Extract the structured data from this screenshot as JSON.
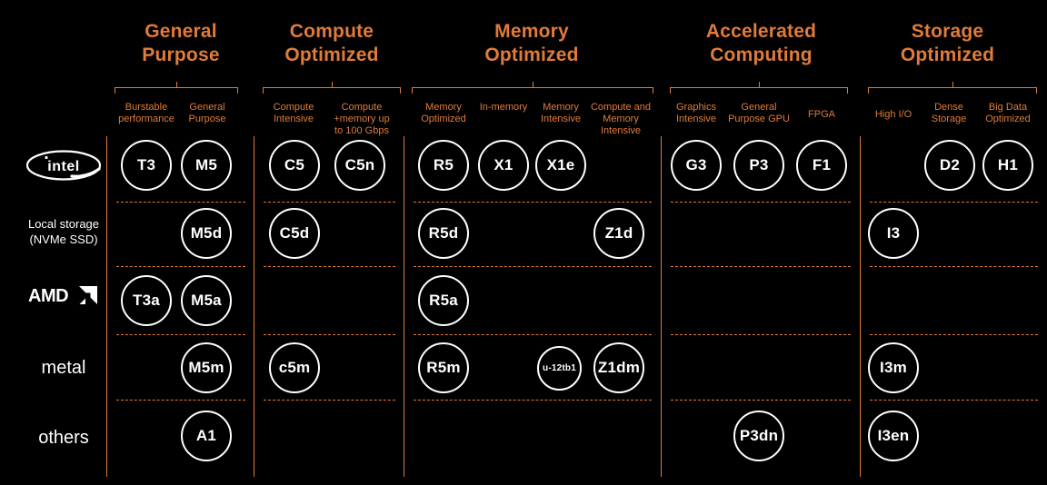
{
  "theme": {
    "background": "#000000",
    "accent": "#E07B39",
    "text": "#FFFFFF"
  },
  "groups": [
    {
      "id": "general-purpose",
      "title_line1": "General",
      "title_line2": "Purpose",
      "subcolumns": [
        {
          "label_line1": "Burstable",
          "label_line2": "performance",
          "label_line3": ""
        },
        {
          "label_line1": "General",
          "label_line2": "Purpose",
          "label_line3": ""
        }
      ]
    },
    {
      "id": "compute-optimized",
      "title_line1": "Compute",
      "title_line2": "Optimized",
      "subcolumns": [
        {
          "label_line1": "Compute",
          "label_line2": "Intensive",
          "label_line3": ""
        },
        {
          "label_line1": "Compute",
          "label_line2": "+memory up",
          "label_line3": "to 100 Gbps"
        }
      ]
    },
    {
      "id": "memory-optimized",
      "title_line1": "Memory",
      "title_line2": "Optimized",
      "subcolumns": [
        {
          "label_line1": "Memory",
          "label_line2": "Optimized",
          "label_line3": ""
        },
        {
          "label_line1": "In-memory",
          "label_line2": "",
          "label_line3": ""
        },
        {
          "label_line1": "Memory",
          "label_line2": "Intensive",
          "label_line3": ""
        },
        {
          "label_line1": "Compute and",
          "label_line2": "Memory",
          "label_line3": "Intensive"
        }
      ]
    },
    {
      "id": "accelerated-computing",
      "title_line1": "Accelerated",
      "title_line2": "Computing",
      "subcolumns": [
        {
          "label_line1": "Graphics",
          "label_line2": "Intensive",
          "label_line3": ""
        },
        {
          "label_line1": "General",
          "label_line2": "Purpose GPU",
          "label_line3": ""
        },
        {
          "label_line1": "FPGA",
          "label_line2": "",
          "label_line3": ""
        }
      ]
    },
    {
      "id": "storage-optimized",
      "title_line1": "Storage",
      "title_line2": "Optimized",
      "subcolumns": [
        {
          "label_line1": "High I/O",
          "label_line2": "",
          "label_line3": ""
        },
        {
          "label_line1": "Dense",
          "label_line2": "Storage",
          "label_line3": ""
        },
        {
          "label_line1": "Big Data",
          "label_line2": "Optimized",
          "label_line3": ""
        }
      ]
    }
  ],
  "rows": [
    {
      "id": "intel",
      "kind": "logo",
      "logo": "intel-logo",
      "label_line1": "intel",
      "label_line2": ""
    },
    {
      "id": "local-storage",
      "kind": "text",
      "logo": "",
      "label_line1": "Local storage",
      "label_line2": "(NVMe SSD)"
    },
    {
      "id": "amd",
      "kind": "logo",
      "logo": "amd-logo",
      "label_line1": "AMD",
      "label_line2": ""
    },
    {
      "id": "metal",
      "kind": "text",
      "logo": "",
      "label_line1": "metal",
      "label_line2": ""
    },
    {
      "id": "others",
      "kind": "text",
      "logo": "",
      "label_line1": "others",
      "label_line2": ""
    }
  ],
  "chips": [
    {
      "label": "T3",
      "row": "intel",
      "group": "general-purpose",
      "column": "Burstable performance",
      "size": "normal"
    },
    {
      "label": "M5",
      "row": "intel",
      "group": "general-purpose",
      "column": "General Purpose",
      "size": "normal"
    },
    {
      "label": "C5",
      "row": "intel",
      "group": "compute-optimized",
      "column": "Compute Intensive",
      "size": "normal"
    },
    {
      "label": "C5n",
      "row": "intel",
      "group": "compute-optimized",
      "column": "Compute +memory",
      "size": "normal"
    },
    {
      "label": "R5",
      "row": "intel",
      "group": "memory-optimized",
      "column": "Memory Optimized",
      "size": "normal"
    },
    {
      "label": "X1",
      "row": "intel",
      "group": "memory-optimized",
      "column": "In-memory",
      "size": "normal"
    },
    {
      "label": "X1e",
      "row": "intel",
      "group": "memory-optimized",
      "column": "Memory Intensive",
      "size": "normal"
    },
    {
      "label": "G3",
      "row": "intel",
      "group": "accelerated-computing",
      "column": "Graphics Intensive",
      "size": "normal"
    },
    {
      "label": "P3",
      "row": "intel",
      "group": "accelerated-computing",
      "column": "General Purpose GPU",
      "size": "normal"
    },
    {
      "label": "F1",
      "row": "intel",
      "group": "accelerated-computing",
      "column": "FPGA",
      "size": "normal"
    },
    {
      "label": "D2",
      "row": "intel",
      "group": "storage-optimized",
      "column": "Dense Storage",
      "size": "normal"
    },
    {
      "label": "H1",
      "row": "intel",
      "group": "storage-optimized",
      "column": "Big Data Optimized",
      "size": "normal"
    },
    {
      "label": "M5d",
      "row": "local-storage",
      "group": "general-purpose",
      "column": "General Purpose",
      "size": "normal"
    },
    {
      "label": "C5d",
      "row": "local-storage",
      "group": "compute-optimized",
      "column": "Compute Intensive",
      "size": "normal"
    },
    {
      "label": "R5d",
      "row": "local-storage",
      "group": "memory-optimized",
      "column": "Memory Optimized",
      "size": "normal"
    },
    {
      "label": "Z1d",
      "row": "local-storage",
      "group": "memory-optimized",
      "column": "Compute and Memory Intensive",
      "size": "normal"
    },
    {
      "label": "I3",
      "row": "local-storage",
      "group": "storage-optimized",
      "column": "High I/O",
      "size": "normal"
    },
    {
      "label": "T3a",
      "row": "amd",
      "group": "general-purpose",
      "column": "Burstable performance",
      "size": "normal"
    },
    {
      "label": "M5a",
      "row": "amd",
      "group": "general-purpose",
      "column": "General Purpose",
      "size": "normal"
    },
    {
      "label": "R5a",
      "row": "amd",
      "group": "memory-optimized",
      "column": "Memory Optimized",
      "size": "normal"
    },
    {
      "label": "M5m",
      "row": "metal",
      "group": "general-purpose",
      "column": "General Purpose",
      "size": "normal"
    },
    {
      "label": "c5m",
      "row": "metal",
      "group": "compute-optimized",
      "column": "Compute Intensive",
      "size": "normal"
    },
    {
      "label": "R5m",
      "row": "metal",
      "group": "memory-optimized",
      "column": "Memory Optimized",
      "size": "normal"
    },
    {
      "label": "u-12tb1",
      "row": "metal",
      "group": "memory-optimized",
      "column": "Memory Intensive",
      "size": "small"
    },
    {
      "label": "Z1dm",
      "row": "metal",
      "group": "memory-optimized",
      "column": "Compute and Memory Intensive",
      "size": "normal"
    },
    {
      "label": "I3m",
      "row": "metal",
      "group": "storage-optimized",
      "column": "High I/O",
      "size": "normal"
    },
    {
      "label": "A1",
      "row": "others",
      "group": "general-purpose",
      "column": "General Purpose",
      "size": "normal"
    },
    {
      "label": "P3dn",
      "row": "others",
      "group": "accelerated-computing",
      "column": "General Purpose GPU",
      "size": "normal"
    },
    {
      "label": "I3en",
      "row": "others",
      "group": "storage-optimized",
      "column": "High I/O",
      "size": "normal"
    }
  ]
}
